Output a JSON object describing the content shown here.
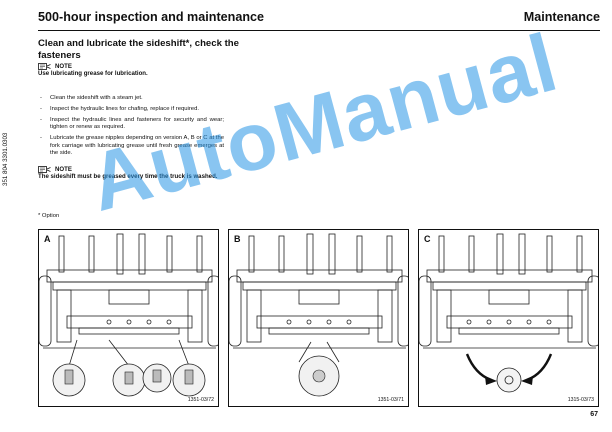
{
  "header": {
    "section_title": "500-hour inspection and maintenance",
    "chapter": "Maintenance"
  },
  "main": {
    "title": "Clean and lubricate the sideshift*, check the fasteners",
    "note1": {
      "label": "NOTE",
      "text": "Use lubricating grease for lubrication."
    },
    "steps": [
      "Clean the sideshift with a steam jet.",
      "Inspect the hydraulic lines for chafing, replace if required.",
      "Inspect the hydraulic lines and fasteners for security and wear; tighten or renew as required.",
      "Lubricate the grease nipples depending on version A, B or C at the fork carriage with lubricating grease until fresh grease emerges at the side."
    ],
    "note2": {
      "label": "NOTE",
      "text": "The sideshift must be greased every time the truck is washed."
    },
    "footnote": "* Option"
  },
  "side_code": "351 804 3301.0303",
  "figures": [
    {
      "letter": "A",
      "ref": "1351-03/72"
    },
    {
      "letter": "B",
      "ref": "1351-03/71"
    },
    {
      "letter": "C",
      "ref": "1315-03/73"
    }
  ],
  "page_number": "67",
  "watermark": "AutoManual",
  "colors": {
    "watermark": "#2896e6",
    "text": "#111111"
  }
}
